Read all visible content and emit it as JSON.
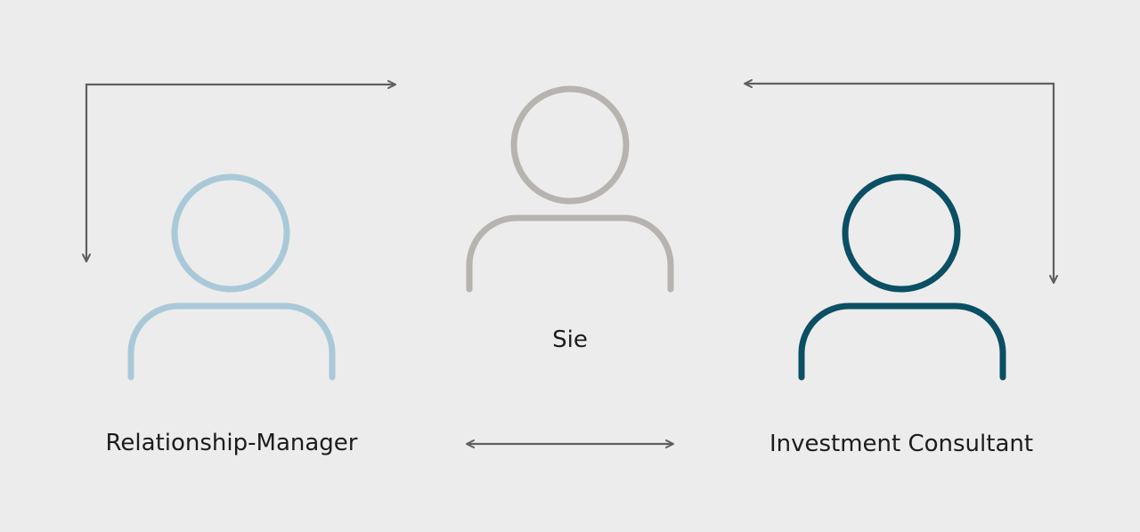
{
  "people": {
    "relationship_manager": {
      "label": "Relationship-Manager",
      "color": "#a9c9d9"
    },
    "you": {
      "label": "Sie",
      "color": "#b7b3ae"
    },
    "investment_consultant": {
      "label": "Investment Consultant",
      "color": "#0a4f63"
    }
  },
  "arrow_color": "#5f5f5f"
}
